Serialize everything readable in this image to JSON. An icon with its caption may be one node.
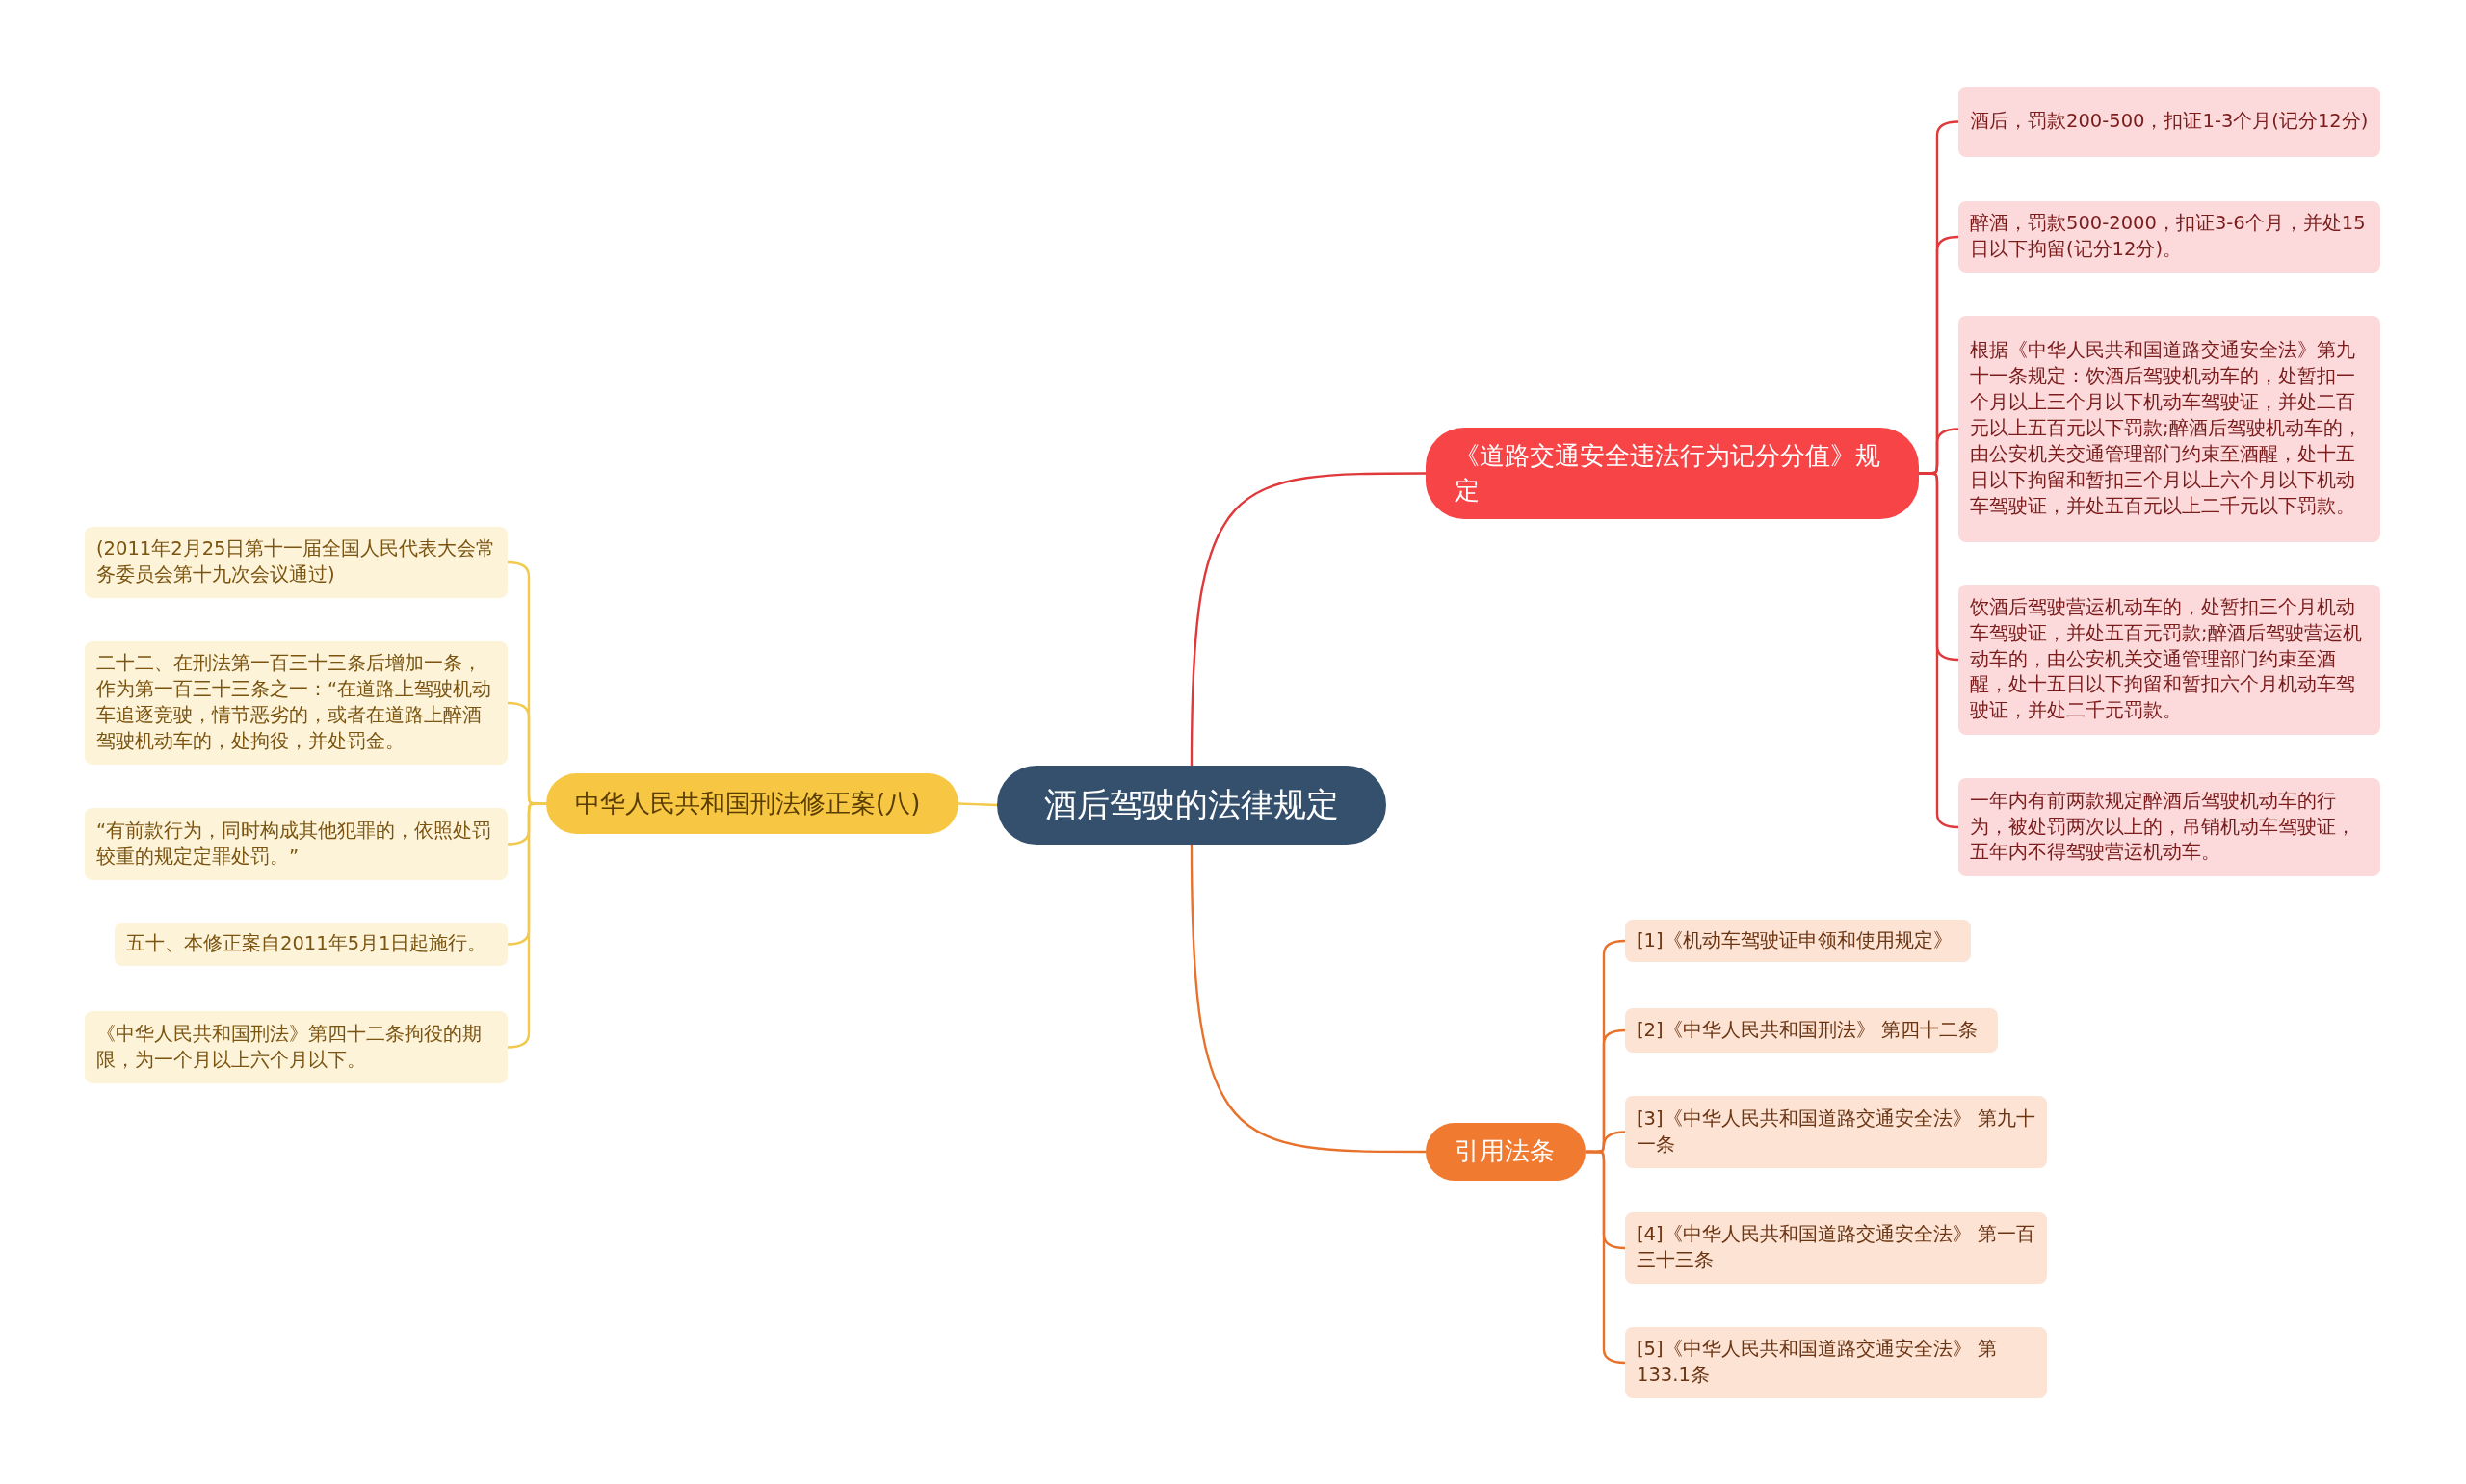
{
  "diagram": {
    "nodes": [
      {
        "text": [
          "酒后驾驶的法律规定"
        ]
      },
      {
        "text": [
          "《道路交通安全违法行为记分分值》规定"
        ]
      },
      {
        "text": [
          "酒后，罚款200-500，扣证1-3个月(记分12分)"
        ]
      },
      {
        "text": [
          "醉酒，罚款500-2000，扣证3-6个月，并处15日以下拘留(记分12分)。"
        ]
      },
      {
        "text": [
          "根据《中华人民共和国道路交通安全法》第九十一条规定：饮酒后驾驶机动车的，处暂扣一个月以上三个月以下机动车驾驶证，并处二百元以上五百元以下罚款;醉酒后驾驶机动车的，由公安机关交通管理部门约束至酒醒，处十五日以下拘留和暂扣三个月以上六个月以下机动车驾驶证，并处五百元以上二千元以下罚款。"
        ]
      },
      {
        "text": [
          "饮酒后驾驶营运机动车的，处暂扣三个月机动车驾驶证，并处五百元罚款;醉酒后驾驶营运机动车的，由公安机关交通管理部门约束至酒醒，处十五日以下拘留和暂扣六个月机动车驾驶证，并处二千元罚款。"
        ]
      },
      {
        "text": [
          "一年内有前两款规定醉酒后驾驶机动车的行为，被处罚两次以上的，吊销机动车驾驶证，五年内不得驾驶营运机动车。"
        ]
      },
      {
        "text": [
          "中华人民共和国刑法修正案(八)"
        ]
      },
      {
        "text": [
          "(2011年2月25日第十一届全国人民代表大会常务委员会第十九次会议通过)"
        ]
      },
      {
        "text": [
          "二十二、在刑法第一百三十三条后增加一条，作为第一百三十三条之一：“在道路上驾驶机动车追逐竞驶，情节恶劣的，或者在道路上醉酒驾驶机动车的，处拘役，并处罚金。"
        ]
      },
      {
        "text": [
          "“有前款行为，同时构成其他犯罪的，依照处罚较重的规定定罪处罚。”"
        ]
      },
      {
        "text": [
          "五十、本修正案自2011年5月1日起施行。"
        ]
      },
      {
        "text": [
          "《中华人民共和国刑法》第四十二条拘役的期限，为一个月以上六个月以下。"
        ]
      },
      {
        "text": [
          "引用法条"
        ]
      },
      {
        "text": [
          "[1]《机动车驾驶证申领和使用规定》"
        ]
      },
      {
        "text": [
          "[2]《中华人民共和国刑法》 第四十二条"
        ]
      },
      {
        "text": [
          "[3]《中华人民共和国道路交通安全法》 第九十一条"
        ]
      },
      {
        "text": [
          "[4]《中华人民共和国道路交通安全法》 第一百三十三条"
        ]
      },
      {
        "text": [
          "[5]《中华人民共和国道路交通安全法》 第133.1条"
        ]
      }
    ],
    "edges": [
      {
        "from": 0,
        "to": 1,
        "arrow": "none",
        "color": "#e0393b"
      },
      {
        "from": 1,
        "to": 2,
        "arrow": "none",
        "color": "#e0393b"
      },
      {
        "from": 1,
        "to": 3,
        "arrow": "none",
        "color": "#e0393b"
      },
      {
        "from": 1,
        "to": 4,
        "arrow": "none",
        "color": "#e0393b"
      },
      {
        "from": 1,
        "to": 5,
        "arrow": "none",
        "color": "#e0393b"
      },
      {
        "from": 1,
        "to": 6,
        "arrow": "none",
        "color": "#e0393b"
      },
      {
        "from": 0,
        "to": 7,
        "arrow": "none",
        "color": "#f2c94c"
      },
      {
        "from": 7,
        "to": 8,
        "arrow": "none",
        "color": "#f2c94c"
      },
      {
        "from": 7,
        "to": 9,
        "arrow": "none",
        "color": "#f2c94c"
      },
      {
        "from": 7,
        "to": 10,
        "arrow": "none",
        "color": "#f2c94c"
      },
      {
        "from": 7,
        "to": 11,
        "arrow": "none",
        "color": "#f2c94c"
      },
      {
        "from": 7,
        "to": 12,
        "arrow": "none",
        "color": "#f2c94c"
      },
      {
        "from": 0,
        "to": 13,
        "arrow": "none",
        "color": "#e8722c"
      },
      {
        "from": 13,
        "to": 14,
        "arrow": "none",
        "color": "#e8722c"
      },
      {
        "from": 13,
        "to": 15,
        "arrow": "none",
        "color": "#e8722c"
      },
      {
        "from": 13,
        "to": 16,
        "arrow": "none",
        "color": "#e8722c"
      },
      {
        "from": 13,
        "to": 17,
        "arrow": "none",
        "color": "#e8722c"
      },
      {
        "from": 13,
        "to": 18,
        "arrow": "none",
        "color": "#e8722c"
      }
    ]
  }
}
